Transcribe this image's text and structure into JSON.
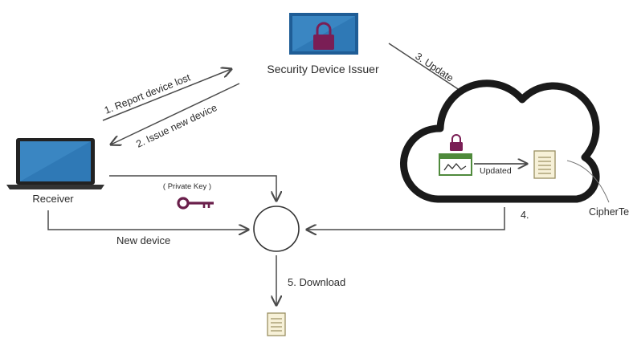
{
  "nodes": {
    "issuer": {
      "label": "Security Device Issuer"
    },
    "receiver": {
      "label": "Receiver"
    },
    "cloud": {
      "inner_label": "Updated"
    },
    "ciphertext": {
      "label": "CipherTex"
    },
    "key": {
      "label": "( Private Key )"
    }
  },
  "steps": {
    "report": "1. Report device lost",
    "issue": "2. Issue new device",
    "update": "3. Update",
    "step4": "4.",
    "new_device": "New device",
    "download": "5. Download"
  },
  "colors": {
    "line": "#4a4a4a",
    "laptop_screen": "#2f79b6",
    "laptop_screen_dark": "#1f5d96",
    "lock": "#7a1e55",
    "key": "#6a1f4b",
    "screen_bg": "#ffffff",
    "chip_green": "#4f8a3c",
    "doc_fill": "#f7f1d8",
    "doc_stroke": "#9a8f62"
  },
  "icons": {
    "issuer": "lock-screen-icon",
    "receiver": "laptop-icon",
    "cloud": "cloud-icon",
    "key": "key-icon",
    "document": "document-icon",
    "hub": "circle-node-icon"
  }
}
